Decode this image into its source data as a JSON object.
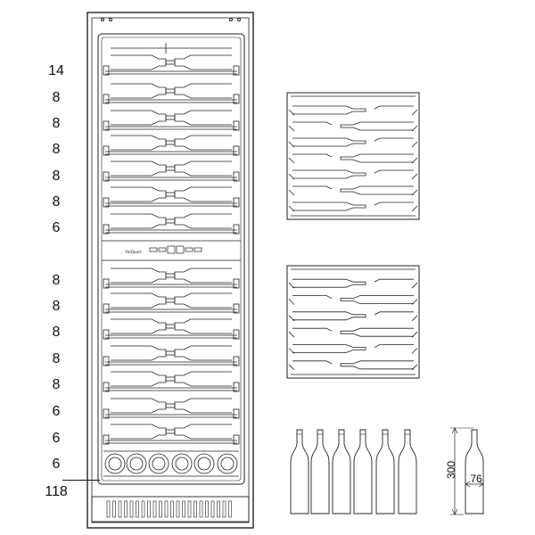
{
  "shelf_counts": [
    "14",
    "8",
    "8",
    "8",
    "8",
    "8",
    "6",
    "8",
    "8",
    "8",
    "8",
    "8",
    "6",
    "6",
    "6"
  ],
  "total": "118",
  "dimensions": {
    "height": "300",
    "width": "76"
  },
  "brand_label": "VinQuale"
}
